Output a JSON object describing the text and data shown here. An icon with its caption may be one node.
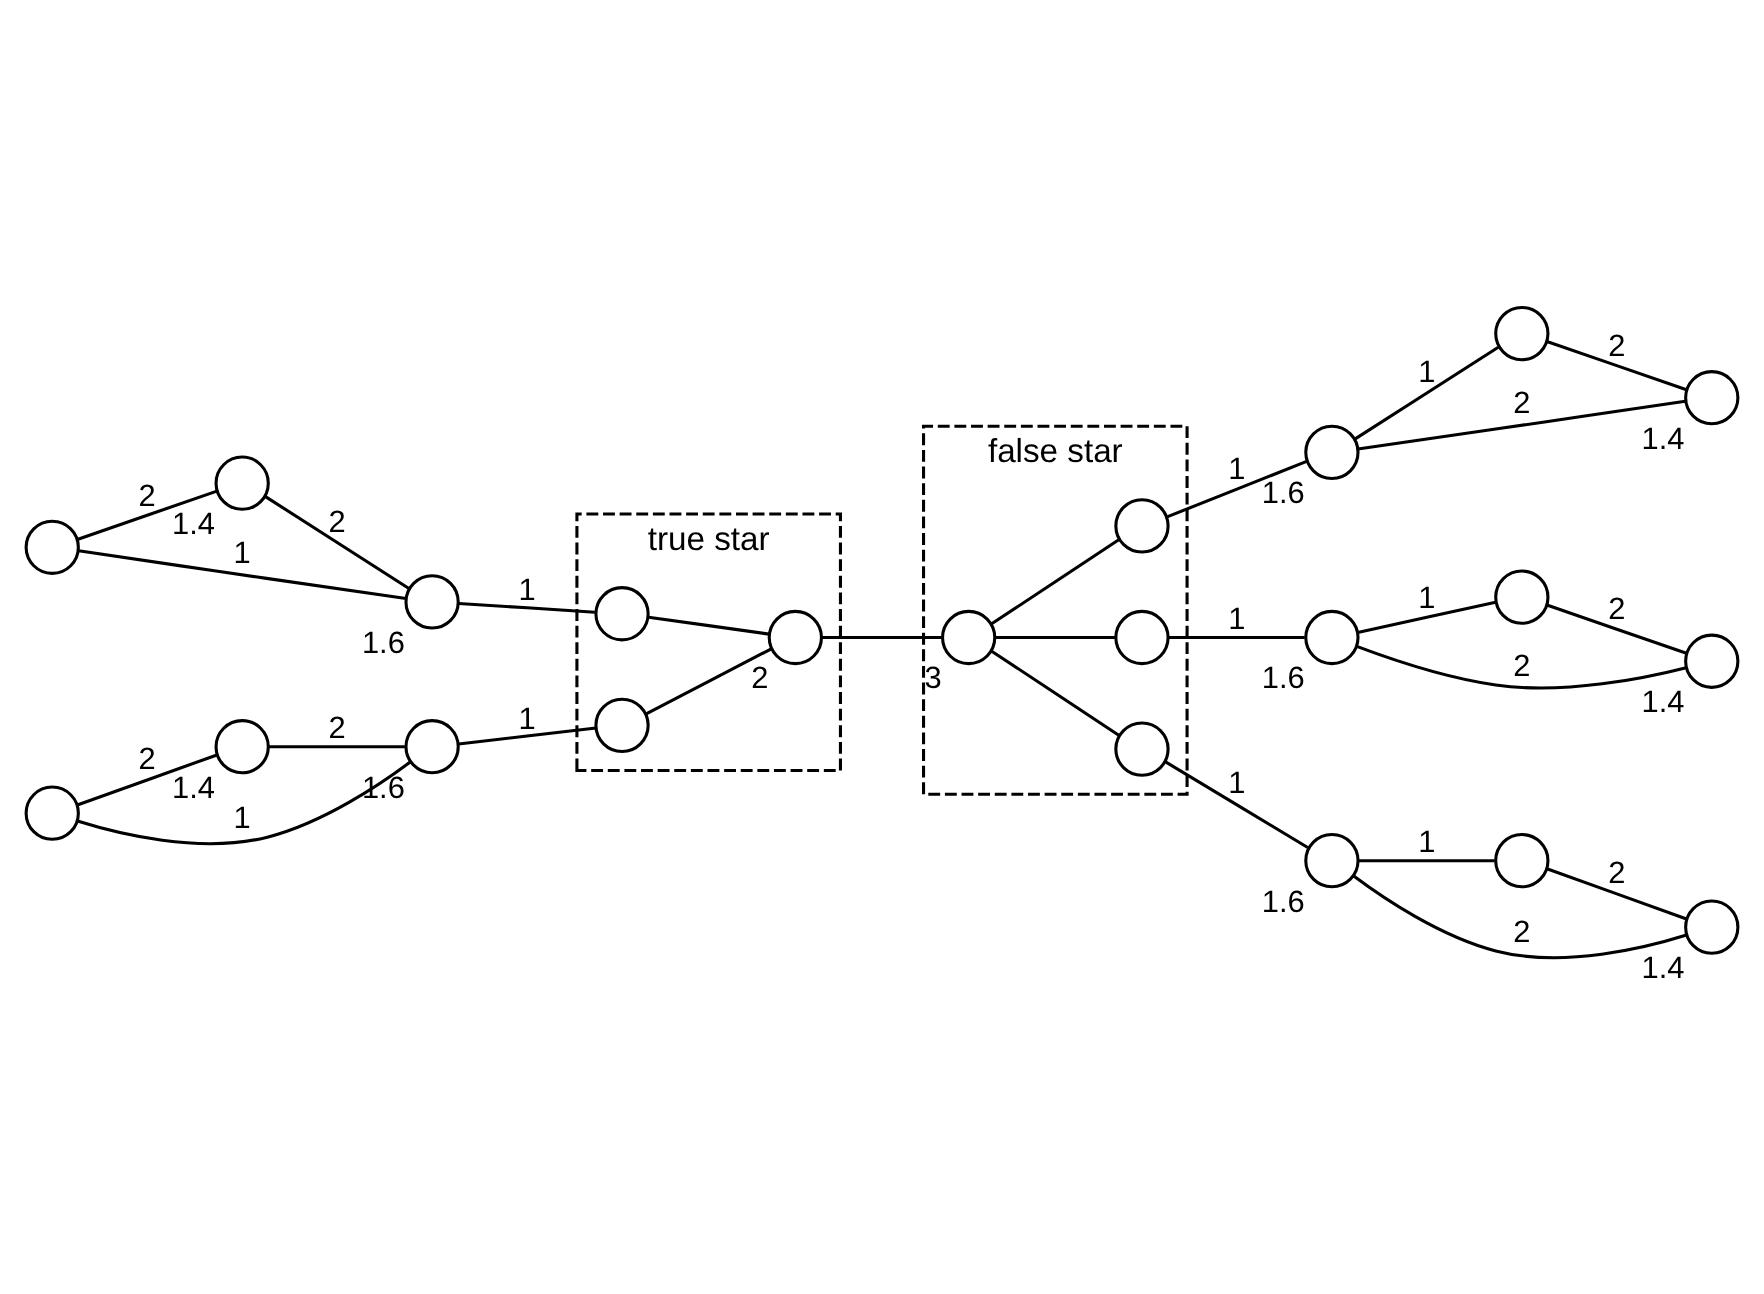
{
  "diagram": {
    "nodes": [
      {
        "text": [
          "true star"
        ]
      },
      {
        "text": [
          "false star"
        ]
      },
      {
        "text": [],
        "shape": "circle"
      },
      {
        "text": [],
        "shape": "circle",
        "beside": [
          "1.4"
        ]
      },
      {
        "text": [],
        "shape": "circle",
        "beside": [
          "1.6"
        ]
      },
      {
        "text": [],
        "shape": "circle"
      },
      {
        "text": [],
        "shape": "circle",
        "beside": [
          "1.4"
        ]
      },
      {
        "text": [],
        "shape": "circle",
        "beside": [
          "1.6"
        ]
      },
      {
        "text": [],
        "shape": "circle",
        "in": 0
      },
      {
        "text": [],
        "shape": "circle",
        "in": 0
      },
      {
        "text": [],
        "shape": "circle",
        "in": 0,
        "beside": [
          "2"
        ]
      },
      {
        "text": [],
        "shape": "circle",
        "in": 1,
        "beside": [
          "3"
        ]
      },
      {
        "text": [],
        "shape": "circle",
        "in": 1
      },
      {
        "text": [],
        "shape": "circle",
        "in": 1
      },
      {
        "text": [],
        "shape": "circle",
        "in": 1
      },
      {
        "text": [],
        "shape": "circle",
        "beside": [
          "1.6"
        ]
      },
      {
        "text": [],
        "shape": "circle"
      },
      {
        "text": [],
        "shape": "circle",
        "beside": [
          "1.4"
        ]
      },
      {
        "text": [],
        "shape": "circle",
        "beside": [
          "1.6"
        ]
      },
      {
        "text": [],
        "shape": "circle"
      },
      {
        "text": [],
        "shape": "circle",
        "beside": [
          "1.4"
        ]
      },
      {
        "text": [],
        "shape": "circle",
        "beside": [
          "1.6"
        ]
      },
      {
        "text": [],
        "shape": "circle"
      },
      {
        "text": [],
        "shape": "circle",
        "beside": [
          "1.4"
        ]
      }
    ],
    "edges": [
      {
        "from": 2,
        "to": 4,
        "arrow": "none",
        "label": "1"
      },
      {
        "from": 2,
        "to": 3,
        "arrow": "none",
        "label": "2"
      },
      {
        "from": 3,
        "to": 4,
        "arrow": "none",
        "label": "2"
      },
      {
        "from": 4,
        "to": 8,
        "arrow": "none",
        "label": "1"
      },
      {
        "from": 5,
        "to": 7,
        "arrow": "none",
        "label": "1"
      },
      {
        "from": 5,
        "to": 6,
        "arrow": "none",
        "label": "2"
      },
      {
        "from": 6,
        "to": 7,
        "arrow": "none",
        "label": "2"
      },
      {
        "from": 7,
        "to": 9,
        "arrow": "none",
        "label": "1"
      },
      {
        "from": 8,
        "to": 10,
        "arrow": "none"
      },
      {
        "from": 9,
        "to": 10,
        "arrow": "none"
      },
      {
        "from": 10,
        "to": 11,
        "arrow": "none"
      },
      {
        "from": 11,
        "to": 12,
        "arrow": "none"
      },
      {
        "from": 11,
        "to": 13,
        "arrow": "none"
      },
      {
        "from": 11,
        "to": 14,
        "arrow": "none"
      },
      {
        "from": 12,
        "to": 15,
        "arrow": "none",
        "label": "1"
      },
      {
        "from": 15,
        "to": 16,
        "arrow": "none",
        "label": "1"
      },
      {
        "from": 16,
        "to": 17,
        "arrow": "none",
        "label": "2"
      },
      {
        "from": 15,
        "to": 17,
        "arrow": "none",
        "label": "2"
      },
      {
        "from": 13,
        "to": 18,
        "arrow": "none",
        "label": "1"
      },
      {
        "from": 18,
        "to": 19,
        "arrow": "none",
        "label": "1"
      },
      {
        "from": 19,
        "to": 20,
        "arrow": "none",
        "label": "2"
      },
      {
        "from": 18,
        "to": 20,
        "arrow": "none",
        "label": "2"
      },
      {
        "from": 14,
        "to": 21,
        "arrow": "none",
        "label": "1"
      },
      {
        "from": 21,
        "to": 22,
        "arrow": "none",
        "label": "1"
      },
      {
        "from": 22,
        "to": 23,
        "arrow": "none",
        "label": "2"
      },
      {
        "from": 21,
        "to": 23,
        "arrow": "none",
        "label": "2"
      }
    ]
  }
}
